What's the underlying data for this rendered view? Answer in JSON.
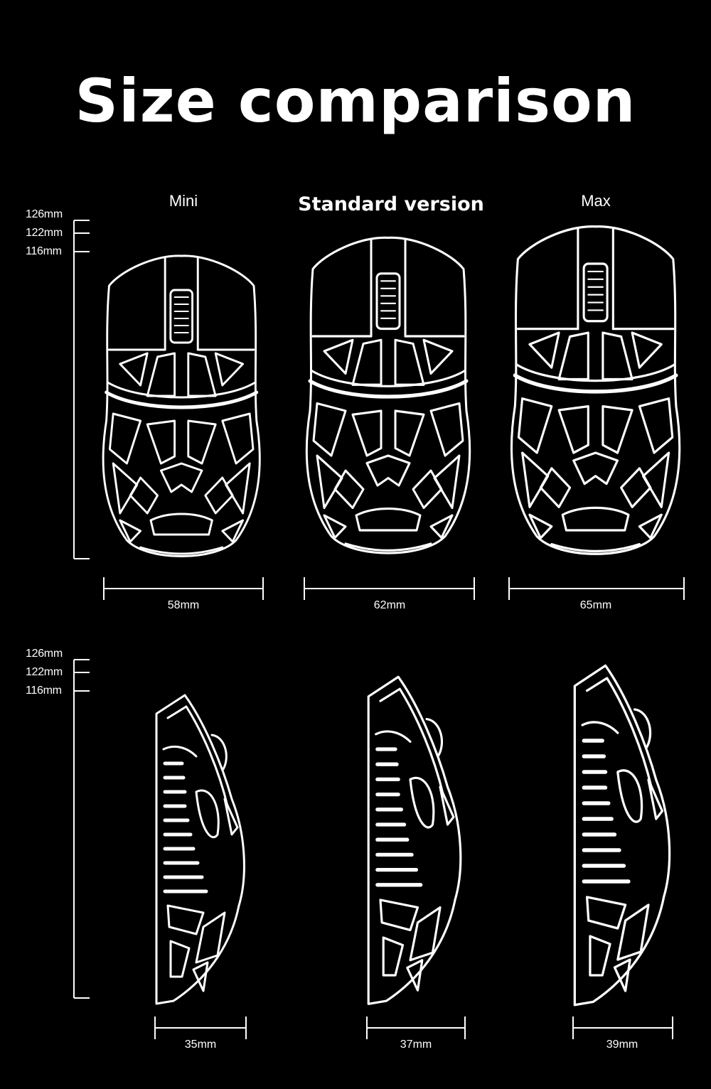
{
  "title": "Size comparison",
  "variants": [
    {
      "name": "Mini",
      "width": "58mm",
      "height_side": "35mm"
    },
    {
      "name": "Standard version",
      "width": "62mm",
      "height_side": "37mm"
    },
    {
      "name": "Max",
      "width": "65mm",
      "height_side": "39mm"
    }
  ],
  "length_scale_top": [
    "126mm",
    "122mm",
    "116mm"
  ],
  "length_scale_bottom": [
    "126mm",
    "122mm",
    "116mm"
  ],
  "colors": {
    "background": "#000000",
    "line": "#ffffff"
  },
  "icons": [
    "mouse-top-view-icon",
    "mouse-side-view-icon"
  ]
}
